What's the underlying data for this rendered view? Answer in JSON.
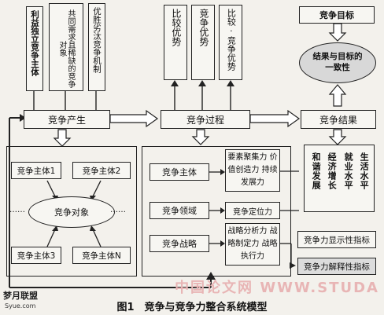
{
  "top_left": {
    "col1": "利益独立竞争主体",
    "col2": "共同需求且稀缺的竞争对象",
    "col3": "优胜劣汰竞争机制"
  },
  "top_mid": {
    "col1": "比较优势",
    "col2": "竞争优势",
    "col3": "比较·竞争优势"
  },
  "top_right": {
    "goal": "竞争目标",
    "consistency": "结果与目标的一致性"
  },
  "middle_row": {
    "production": "竞争产生",
    "process": "竞争过程",
    "result": "竞争结果"
  },
  "left_panel": {
    "subject1": "竞争主体1",
    "subject2": "竞争主体2",
    "subject3": "竞争主体3",
    "subjectN": "竞争主体N",
    "object": "竞争对象",
    "dots_left": "……",
    "dots_right": "……"
  },
  "mid_panel": {
    "row1_left": "竞争主体",
    "row1_right": "要素聚集力 价值创造力 持续发展力",
    "row2_left": "竞争领域",
    "row2_right": "竞争定位力",
    "row3_left": "竞争战略",
    "row3_right": "战略分析力 战略制定力 战略执行力"
  },
  "right_panel": {
    "col1": "和谐发展",
    "col2": "经济增长",
    "col3": "就业水平",
    "col4": "生活水平",
    "display": "竞争力显示性指标",
    "explain": "竞争力解释性指标"
  },
  "caption": "图1　竞争与竞争力整合系统模型",
  "logo": "梦月联盟",
  "logo_sub": "Syue.com",
  "watermark": "中国论文网 WWW.STUDA"
}
